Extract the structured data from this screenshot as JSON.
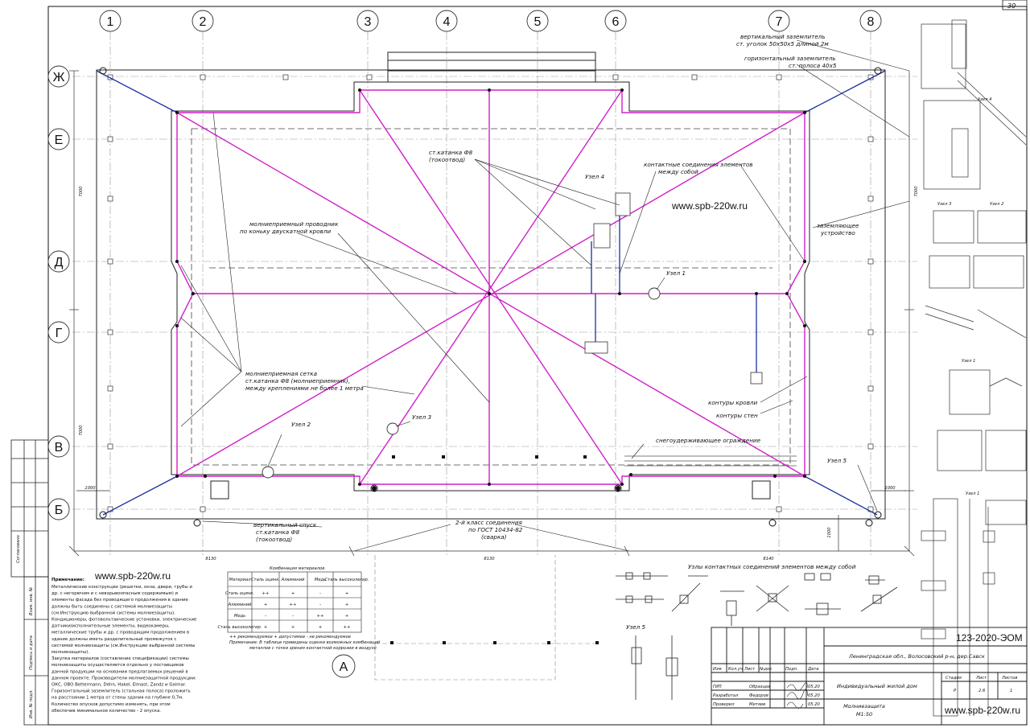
{
  "sheet_number": "30",
  "watermark_url": "www.spb-220w.ru",
  "axes_top": [
    "1",
    "2",
    "3",
    "4",
    "5",
    "6",
    "7",
    "8"
  ],
  "axes_left": [
    "Ж",
    "Е",
    "Д",
    "Г",
    "В",
    "Б"
  ],
  "axis_a": "А",
  "dims": {
    "left_top": "7000",
    "left_bottom": "7000",
    "right_top": "7000",
    "right_bottom": "1000",
    "bottom_1": "8130",
    "bottom_2": "8130",
    "bottom_3": "8140",
    "side_small_left": "1000",
    "side_small_right": "1000"
  },
  "callouts": {
    "vert_earth_1": "вертикальный заземлитель",
    "vert_earth_2": "ст. уголок 50х50х5 длиной 2м",
    "horiz_earth_1": "горизонтальный заземлитель",
    "horiz_earth_2": "ст. полоса 40х5",
    "rod_1": "ст.катанка Ф8",
    "rod_2": "(токоотвод)",
    "contacts_1": "контактные соединения элементов",
    "contacts_2": "между собой",
    "node4": "Узел 4",
    "ridge_1": "молниеприемный проводник",
    "ridge_2": "по коньку двускатной кровли",
    "ground_dev_1": "заземляющее",
    "ground_dev_2": "устройство",
    "node1": "Узел 1",
    "mesh_1": "молниеприемная сетка",
    "mesh_2": "ст.катанка Ф8 (молниеприемник),",
    "mesh_3": "между креплениями не более 1 метра",
    "node3": "Узел 3",
    "node2": "Узел 2",
    "roof_contour": "контуры кровли",
    "wall_contour": "контуры стен",
    "snow_guard": "снегоудерживающее ограждение",
    "node5": "Узел 5",
    "down_1": "вертикальный спуск",
    "down_2": "ст.катанка Ф8",
    "down_3": "(токоотвод)",
    "class_1": "2-й класс соединения",
    "class_2": "по ГОСТ 10434-82",
    "class_3": "(сварка)",
    "nodes_title": "Узлы контактных соединений элементов между собой",
    "side_node4": "Узел 4",
    "side_node3": "Узел 3",
    "side_node2": "Узел 2",
    "side_node1a": "Узел 1",
    "side_node1b": "Узел 1",
    "bottom_node5": "Узел 5"
  },
  "notes": {
    "title": "Примечание:",
    "lines": [
      "Металлические конструкции (решетки, окна, двери, трубы и",
      "др. с негорючим и с невзрывоопасным содержимым) и",
      "элементы фасада без проводящего продолжения в здание",
      "должны быть соединены с системой молниезащиты",
      "(см.Инструкцию выбранной системы молниезащиты).",
      "Кондиционеры, фотовольтаические установки, электрические",
      "датчики/исполнительные элементы, видеокамеры,",
      "металлические трубы и др. с проводящим продолжением в",
      "здание должны иметь разделительный промежуток с",
      "системой молниезащиты (см.Инструкцию выбранной системы",
      "молниезащиты).",
      "Закупка материалов (составление спецификации) системы",
      "молниезащиты осуществляется отдельно у поставщиков",
      "данной продукции на основании предлагаемых решений в",
      "данном проекте. Производители молниезащитной продукции:",
      "ОКС, OBO Bettermann, Dehn, Hakel, Elmast, Zandz и Galmar.",
      "Горизонтальный заземлитель (стальная полоса) проложить",
      "на расстоянии 1 метра от стены здания на глубине 0,7м.",
      "Количество опусков допустимо изменять, при этом",
      "обеспечив минимальное количество - 2 опуска."
    ]
  },
  "materials": {
    "title": "Комбинация материалов",
    "headers": [
      "Материал",
      "Сталь оцинк.",
      "Алюминий",
      "Медь",
      "Сталь высоколегир."
    ],
    "rows": [
      [
        "Сталь оцинк.",
        "++",
        "+",
        "-",
        "+"
      ],
      [
        "Алюминий",
        "+",
        "++",
        "-",
        "+"
      ],
      [
        "Медь",
        "-",
        "-",
        "++",
        "+"
      ],
      [
        "Сталь высоколегир.",
        "+",
        "+",
        "+",
        "++"
      ]
    ],
    "legend": "++ рекомендуемое  + допустимое  - не рекомендуемое",
    "footnote_1": "Примечание: В таблице приведены оценки возможных комбинаций",
    "footnote_2": "металлов с точки зрения контактной коррозии в воздухе"
  },
  "left_strip": {
    "agreed": "Согласовано",
    "inv_orig": "Взам. инв. №",
    "sign_date": "Подпись и дата",
    "inv_no": "Инв. № подл."
  },
  "title_block": {
    "code": "123-2020-ЭОМ",
    "location": "Ленинградская обл., Волосовский р-н, дер.Савск",
    "object": "Индивидуальный жилой дом",
    "sheet_name_1": "Молниезащита",
    "sheet_name_2": "М1:50",
    "col_izm": "Изм.",
    "col_koluch": "Кол.уч",
    "col_list": "Лист",
    "col_ndok": "№док",
    "col_podp": "Подп.",
    "col_data": "Дата",
    "roles": [
      {
        "role": "ГИП",
        "name": "Образцов",
        "date": "05.20"
      },
      {
        "role": "Разработал",
        "name": "Федоров",
        "date": "05.20"
      },
      {
        "role": "Проверил",
        "name": "Митяев",
        "date": "05.20"
      }
    ],
    "stage_label": "Стадия",
    "sheet_label": "Лист",
    "sheets_label": "Листов",
    "stage": "Р",
    "sheet": "2.6",
    "sheets": "1",
    "url": "www.spb-220w.ru"
  }
}
